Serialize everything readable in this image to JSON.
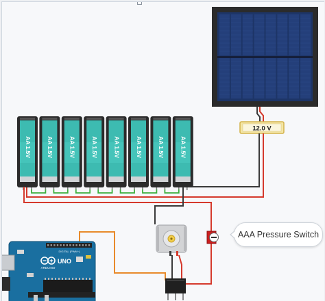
{
  "batteries": [
    {
      "label": "AA 1.5V"
    },
    {
      "label": "AA 1.5V"
    },
    {
      "label": "AA 1.5V"
    },
    {
      "label": "AA 1.5V"
    },
    {
      "label": "AA 1.5V"
    },
    {
      "label": "AA 1.5V"
    },
    {
      "label": "AA 1.5V"
    },
    {
      "label": "AA 1.5V"
    }
  ],
  "voltmeter": {
    "reading": "12.0 V"
  },
  "pressure_switch": {
    "label": "AAA Pressure Switch"
  },
  "arduino": {
    "logo_text": "ARDUINO",
    "model": "UNO",
    "digital_header": "DIGITAL (PWM~)"
  },
  "colors": {
    "wire_red": "#d5392c",
    "wire_black": "#3a3a3a",
    "wire_green": "#3caf3c",
    "wire_orange": "#e88a2a",
    "battery_teal": "#3dbbb1",
    "board_blue": "#1a6fa0",
    "solar_cell": "#243f7a"
  },
  "icons": [
    "minus-circle-icon"
  ]
}
